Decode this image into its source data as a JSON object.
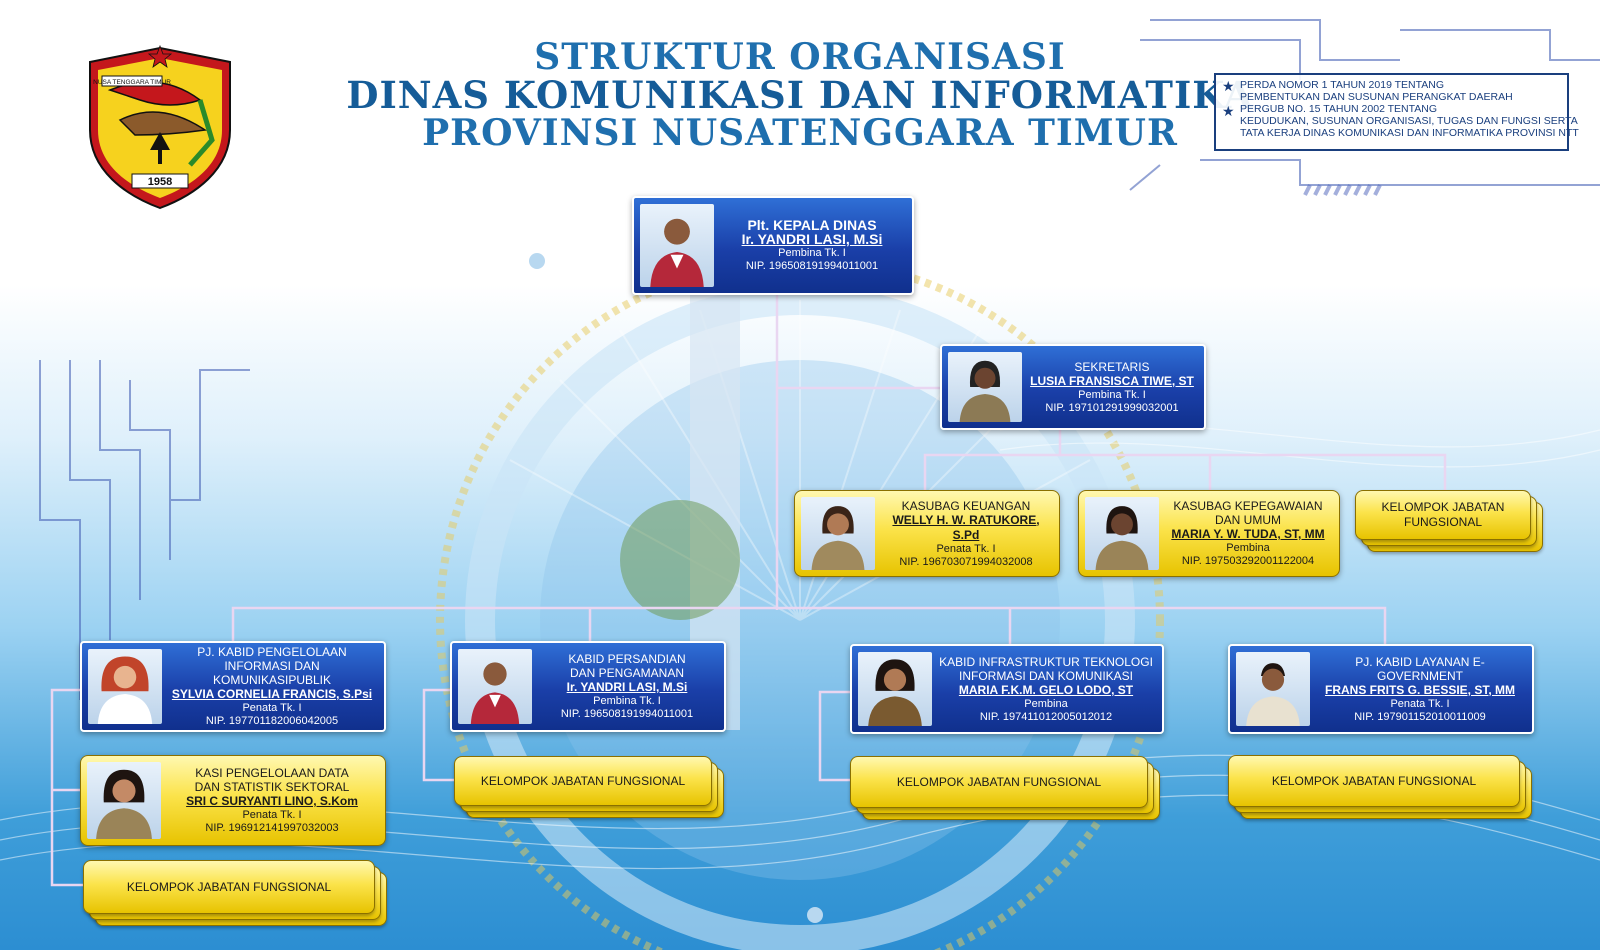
{
  "title": {
    "line1": "STRUKTUR ORGANISASI",
    "line2": "DINAS KOMUNIKASI DAN INFORMATIKA",
    "line3": "PROVINSI NUSATENGGARA TIMUR"
  },
  "logo": {
    "banner": "NUSA TENGGARA TIMUR",
    "year": "1958"
  },
  "references": [
    {
      "l1": "PERDA NOMOR 1 TAHUN 2019 TENTANG",
      "l2": "PEMBENTUKAN DAN SUSUNAN PERANGKAT DAERAH"
    },
    {
      "l1": "PERGUB NO. 15  TAHUN 2002 TENTANG",
      "l2": "KEDUDUKAN, SUSUNAN ORGANISASI, TUGAS DAN FUNGSI SERTA",
      "l3": "TATA KERJA DINAS KOMUNIKASI DAN INFORMATIKA PROVINSI NTT"
    }
  ],
  "kepala": {
    "position": "Plt. KEPALA DINAS",
    "name": "Ir. YANDRI LASI, M.Si",
    "rank": "Pembina  Tk. I",
    "nip": "NIP. 196508191994011001"
  },
  "sekretaris": {
    "position": "SEKRETARIS",
    "name": "LUSIA FRANSISCA TIWE, ST",
    "rank": "Pembina Tk. I",
    "nip": "NIP. 197101291999032001"
  },
  "kasubag_keuangan": {
    "position": "KASUBAG KEUANGAN",
    "name": "WELLY H. W. RATUKORE, S.Pd",
    "rank": "Penata Tk. I",
    "nip": "NIP. 196703071994032008"
  },
  "kasubag_kepegawaian": {
    "position1": "KASUBAG KEPEGAWAIAN",
    "position2": "DAN UMUM",
    "name": "MARIA Y. W. TUDA, ST, MM",
    "rank": "Pembina",
    "nip": "NIP. 197503292001122004"
  },
  "kabid_ikp": {
    "position1": "PJ. KABID PENGELOLAAN",
    "position2": "INFORMASI  DAN KOMUNIKASIPUBLIK",
    "name": "SYLVIA CORNELIA FRANCIS, S.Psi",
    "rank": "Penata Tk. I",
    "nip": "NIP. 197701182006042005"
  },
  "kasi_data": {
    "position1": "KASI PENGELOLAAN DATA",
    "position2": "DAN STATISTIK SEKTORAL",
    "name": "SRI C SURYANTI LINO, S.Kom",
    "rank": "Penata Tk. I",
    "nip": "NIP. 196912141997032003"
  },
  "kabid_sandi": {
    "position1": "KABID PERSANDIAN",
    "position2": "DAN PENGAMANAN",
    "name": "Ir. YANDRI LASI, M.Si",
    "rank": "Pembina  Tk. I",
    "nip": "NIP. 196508191994011001"
  },
  "kabid_infra": {
    "position1": "KABID INFRASTRUKTUR TEKNOLOGI",
    "position2": "INFORMASI DAN KOMUNIKASI",
    "name": "MARIA F.K.M. GELO LODO, ST",
    "rank": "Pembina",
    "nip": "NIP. 197411012005012012"
  },
  "kabid_egov": {
    "position": "PJ. KABID LAYANAN E-GOVERNMENT",
    "name": "FRANS FRITS G. BESSIE, ST, MM",
    "rank": "Penata Tk. I",
    "nip": "NIP. 197901152010011009"
  },
  "fungsional": {
    "sekretariat_l1": "KELOMPOK JABATAN",
    "sekretariat_l2": "FUNGSIONAL",
    "label": "KELOMPOK JABATAN FUNGSIONAL"
  },
  "colors": {
    "title": "#1f6fae",
    "box_blue": "#1a3fa8",
    "box_yellow": "#fbe34a",
    "ref_border": "#1a3f7e"
  }
}
